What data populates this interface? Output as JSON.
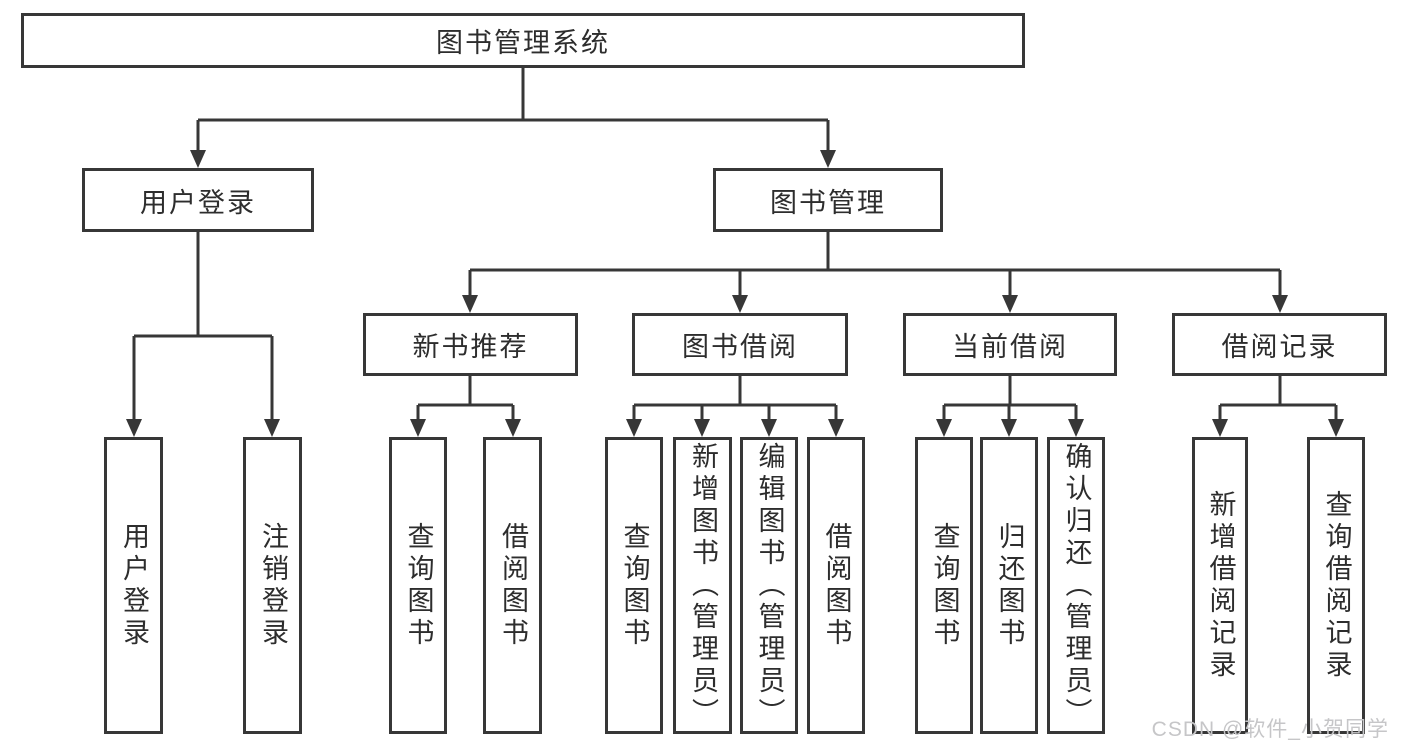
{
  "colors": {
    "line": "#373737",
    "box_border": "#373737",
    "text": "#2d2d2d",
    "background": "#ffffff",
    "watermark": "#c6c6c8"
  },
  "tree": {
    "root": {
      "label": "图书管理系统",
      "children": [
        {
          "label": "用户登录",
          "children": [
            {
              "label": "用户登录"
            },
            {
              "label": "注销登录"
            }
          ]
        },
        {
          "label": "图书管理",
          "children": [
            {
              "label": "新书推荐",
              "children": [
                {
                  "label": "查询图书"
                },
                {
                  "label": "借阅图书"
                }
              ]
            },
            {
              "label": "图书借阅",
              "children": [
                {
                  "label": "查询图书"
                },
                {
                  "label": "新增图书（管理员）"
                },
                {
                  "label": "编辑图书（管理员）"
                },
                {
                  "label": "借阅图书"
                }
              ]
            },
            {
              "label": "当前借阅",
              "children": [
                {
                  "label": "查询图书"
                },
                {
                  "label": "归还图书"
                },
                {
                  "label": "确认归还（管理员）"
                }
              ]
            },
            {
              "label": "借阅记录",
              "children": [
                {
                  "label": "新增借阅记录"
                },
                {
                  "label": "查询借阅记录"
                }
              ]
            }
          ]
        }
      ]
    }
  },
  "watermark": {
    "text": "CSDN @软件_小贺同学"
  }
}
